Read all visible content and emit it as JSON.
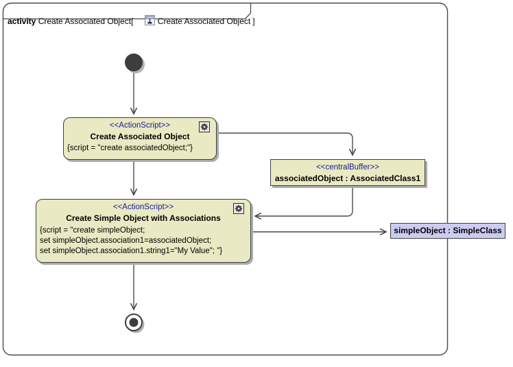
{
  "frame": {
    "keyword": "activity",
    "name": " Create Associated Object",
    "open_bracket": "[",
    "diagram_name": "Create Associated Object",
    "close_bracket": "]"
  },
  "action1": {
    "stereotype": "<<ActionScript>>",
    "name": "Create Associated Object",
    "script": "{script = \"create associatedObject;\"}"
  },
  "action2": {
    "stereotype": "<<ActionScript>>",
    "name": "Create Simple Object with Associations",
    "script_line1": "{script = \"create simpleObject;",
    "script_line2": "set simpleObject.association1=associatedObject;",
    "script_line3": "set simpleObject.association1.string1=\"My Value\"; \"}"
  },
  "buffer": {
    "stereotype": "<<centralBuffer>>",
    "name": "associatedObject : AssociatedClass1"
  },
  "simple_object": {
    "name": "simpleObject : SimpleClass"
  },
  "colors": {
    "node_fill": "#e9e9c3",
    "object_fill": "#ccccf2",
    "stereotype_text": "#1a1a99",
    "line": "#4a4a4a",
    "shadow": "#ababab"
  }
}
